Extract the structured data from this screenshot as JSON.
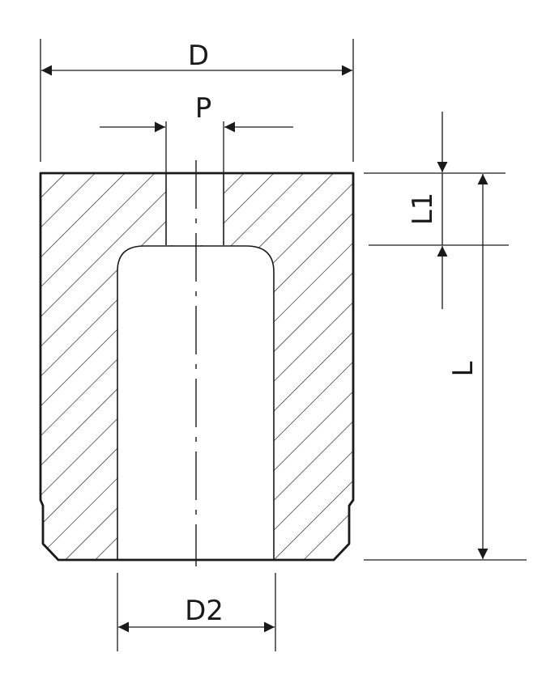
{
  "labels": {
    "outer_diameter": "D",
    "hole_diameter": "P",
    "bore_diameter": "D2",
    "overall_length": "L",
    "hole_length": "L1"
  },
  "colors": {
    "line": "#1a1a1a",
    "background": "#ffffff"
  }
}
